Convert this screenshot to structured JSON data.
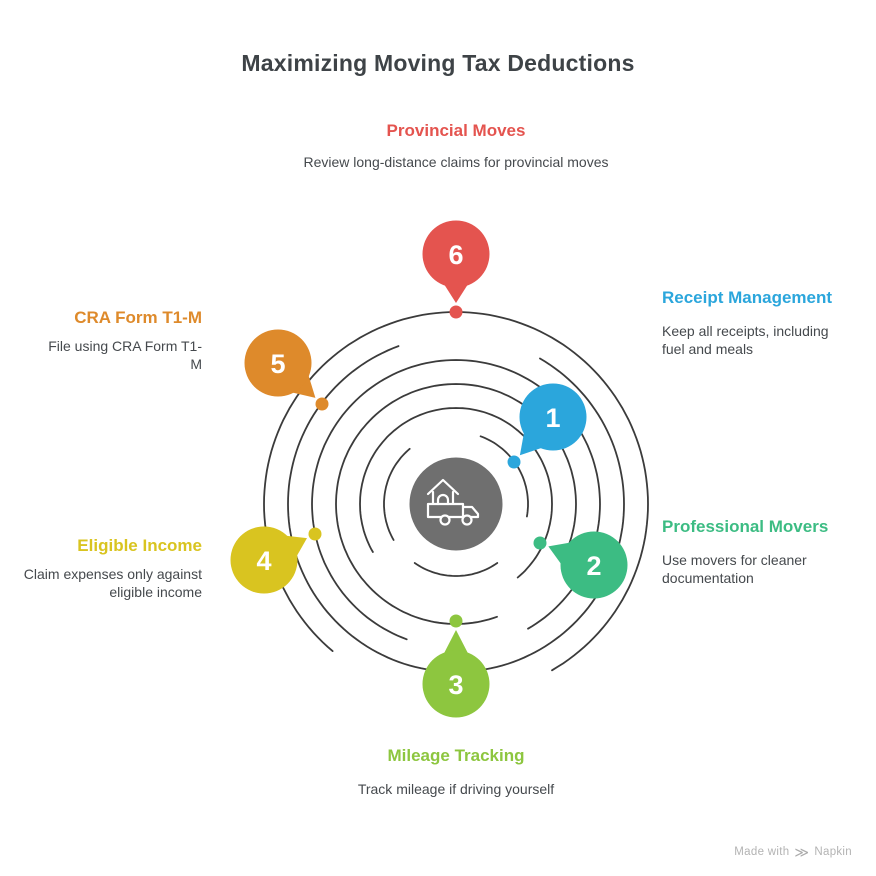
{
  "title": "Maximizing Moving Tax Deductions",
  "center_icon": "moving-truck-house-icon",
  "items": [
    {
      "number": "1",
      "title": "Receipt Management",
      "description": "Keep all receipts, including fuel and meals",
      "color": "#2BA6DC"
    },
    {
      "number": "2",
      "title": "Professional Movers",
      "description": "Use movers for cleaner documentation",
      "color": "#3CBC83"
    },
    {
      "number": "3",
      "title": "Mileage Tracking",
      "description": "Track mileage if driving yourself",
      "color": "#8DC63F"
    },
    {
      "number": "4",
      "title": "Eligible Income",
      "description": "Claim expenses only against eligible income",
      "color": "#D9C420"
    },
    {
      "number": "5",
      "title": "CRA Form T1-M",
      "description": "File using CRA Form T1-M",
      "color": "#DE8A2B"
    },
    {
      "number": "6",
      "title": "Provincial Moves",
      "description": "Review long-distance claims for provincial moves",
      "color": "#E4544F"
    }
  ],
  "footer": {
    "text": "Made with",
    "brand": "Napkin"
  },
  "colors": {
    "heading_text": "#3E4347",
    "description_text": "#45494D",
    "spiral_stroke": "#3B3B3B",
    "center_circle": "#6F6F6F",
    "footer_text": "#B3B3B3"
  }
}
